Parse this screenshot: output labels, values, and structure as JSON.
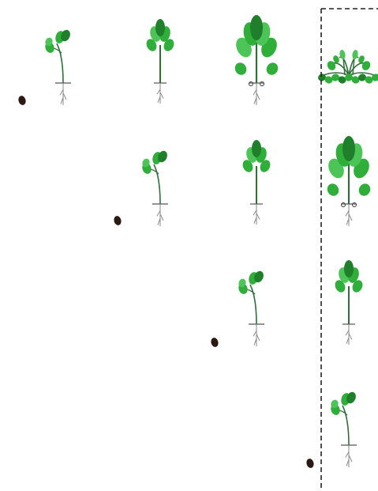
{
  "diagram": {
    "colors": {
      "background": "#ffffff",
      "leaf": "#2fae3a",
      "leaf_light": "#4cc457",
      "leaf_dark": "#1f7f2a",
      "stem": "#2f6f3a",
      "root": "#8a8a8a",
      "seed": "#2b1a12",
      "divider": "#222222"
    },
    "rows": [
      {
        "stages": [
          "seed",
          "seedling",
          "young-plant",
          "mature-plant",
          "flowering-plant"
        ]
      },
      {
        "stages": [
          "seed",
          "seedling",
          "young-plant",
          "mature-plant"
        ]
      },
      {
        "stages": [
          "seed",
          "seedling",
          "young-plant"
        ]
      },
      {
        "stages": [
          "seed",
          "seedling"
        ]
      }
    ],
    "divider_style": "dashed"
  }
}
